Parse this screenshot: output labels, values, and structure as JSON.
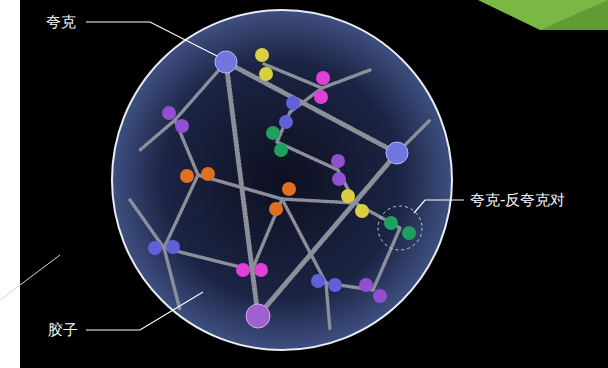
{
  "diagram": {
    "labels": [
      "夸克",
      "夸克-反夸克对",
      "胶子"
    ]
  }
}
